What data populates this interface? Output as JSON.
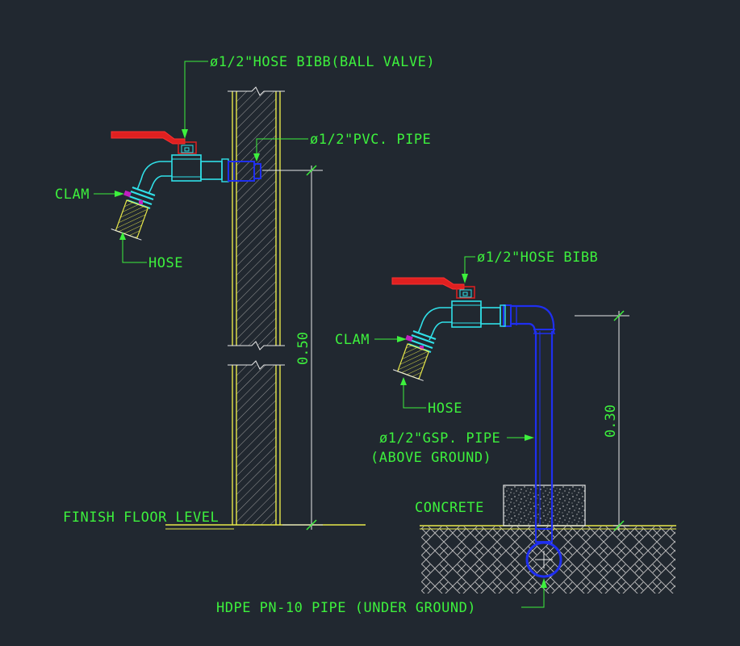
{
  "labels": {
    "hose_bibb_ball_valve": "ø1/2\"HOSE BIBB(BALL VALVE)",
    "pvc_pipe": "ø1/2\"PVC. PIPE",
    "clam_left": "CLAM",
    "hose_left": "HOSE",
    "finish_floor_level": "FINISH FLOOR LEVEL",
    "hose_bibb_right": "ø1/2\"HOSE BIBB",
    "clam_right": "CLAM",
    "hose_right": "HOSE",
    "gsp_pipe": "ø1/2\"GSP. PIPE",
    "above_ground": "(ABOVE GROUND)",
    "concrete": "CONCRETE",
    "hdpe_pipe": "HDPE PN-10 PIPE (UNDER GROUND)"
  },
  "dimensions": {
    "left_height": "0.50",
    "right_height": "0.30"
  },
  "colors": {
    "background": "#212830",
    "label": "#3df03d",
    "wall": "#e8e84a",
    "valve_handle": "#e02020",
    "pipe_cyan": "#30e0e8",
    "pipe_blue": "#1f2ff0",
    "dimension_line": "#e8e8e8"
  }
}
